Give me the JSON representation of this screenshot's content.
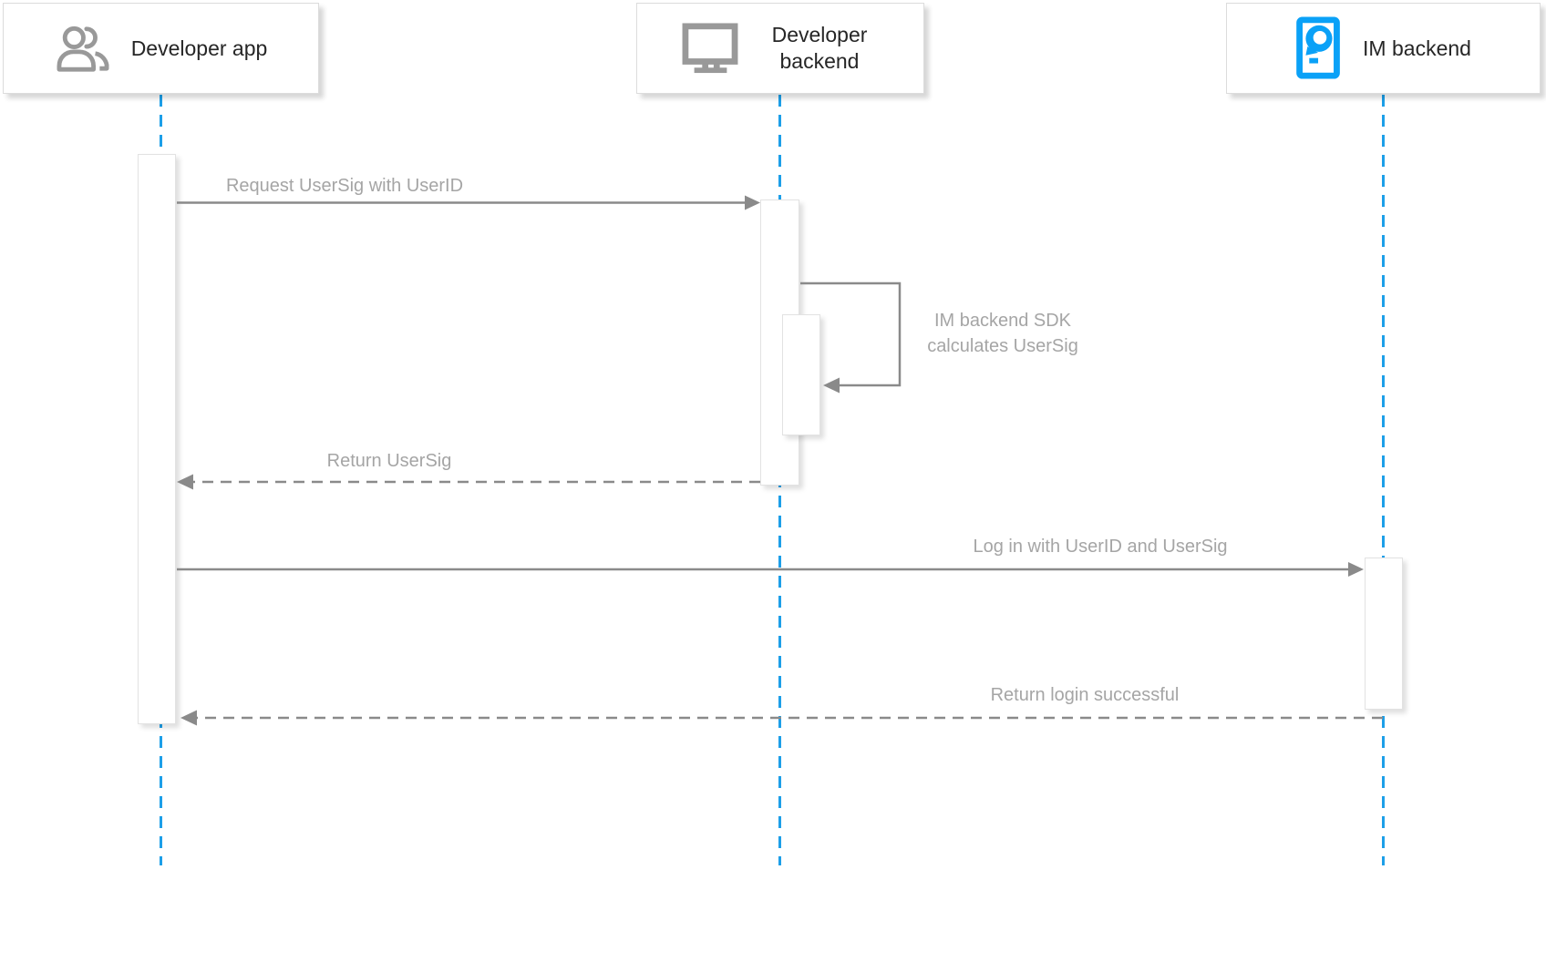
{
  "actors": [
    {
      "label": "Developer app",
      "icon": "users-icon"
    },
    {
      "label": "Developer backend",
      "icon": "monitor-icon"
    },
    {
      "label": "IM backend",
      "icon": "chat-device-icon"
    }
  ],
  "messages": [
    {
      "label": "Request UserSig with UserID",
      "from": "Developer app",
      "to": "Developer backend",
      "line": "solid"
    },
    {
      "label": "IM backend SDK calculates UserSig",
      "from": "Developer backend",
      "to": "Developer backend",
      "line": "self-loop"
    },
    {
      "label": "Return UserSig",
      "from": "Developer backend",
      "to": "Developer app",
      "line": "dashed"
    },
    {
      "label": "Log in with UserID and UserSig",
      "from": "Developer app",
      "to": "IM backend",
      "line": "solid"
    },
    {
      "label": "Return login successful",
      "from": "IM backend",
      "to": "Developer app",
      "line": "dashed"
    }
  ],
  "colors": {
    "lifeline_blue": "#1d9fe8",
    "im_icon_blue": "#0aa1f7",
    "actor_icon_gray": "#999999",
    "arrow_gray": "#8a8a8a",
    "message_text_gray": "#a5a5a5",
    "actor_text": "#262626",
    "activation_border": "#e2e2e2",
    "box_border": "#dcdcdc"
  }
}
